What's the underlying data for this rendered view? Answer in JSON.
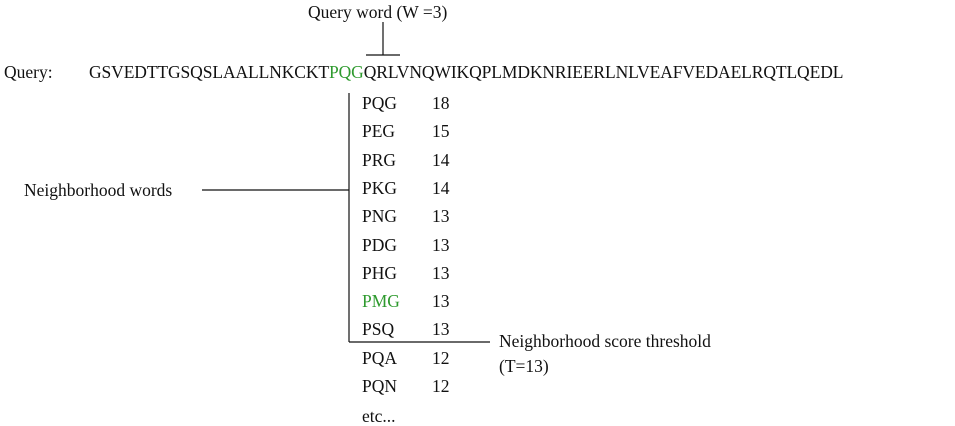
{
  "query_word_label": "Query word (W =3)",
  "query_label": "Query:",
  "query_sequence": {
    "before": "GSVEDTTGSQSLAALLNKCKT",
    "highlight": "PQG",
    "after": "QRLVNQWIKQPLMDKNRIEERLNLVEAFVEDAELRQTLQEDL"
  },
  "neighborhood_label": "Neighborhood words",
  "threshold_label_line1": "Neighborhood score threshold",
  "threshold_label_line2": "(T=13)",
  "neighbors": [
    {
      "word": "PQG",
      "score": "18",
      "highlight": false
    },
    {
      "word": "PEG",
      "score": "15",
      "highlight": false
    },
    {
      "word": "PRG",
      "score": "14",
      "highlight": false
    },
    {
      "word": "PKG",
      "score": "14",
      "highlight": false
    },
    {
      "word": "PNG",
      "score": "13",
      "highlight": false
    },
    {
      "word": "PDG",
      "score": "13",
      "highlight": false
    },
    {
      "word": "PHG",
      "score": "13",
      "highlight": false
    },
    {
      "word": "PMG",
      "score": "13",
      "highlight": true
    },
    {
      "word": "PSQ",
      "score": "13",
      "highlight": false
    },
    {
      "word": "PQA",
      "score": "12",
      "highlight": false
    },
    {
      "word": "PQN",
      "score": "12",
      "highlight": false
    }
  ],
  "etc_label": "etc...",
  "colors": {
    "text": "#111111",
    "highlight": "#2e9a2e",
    "line": "#111111"
  }
}
